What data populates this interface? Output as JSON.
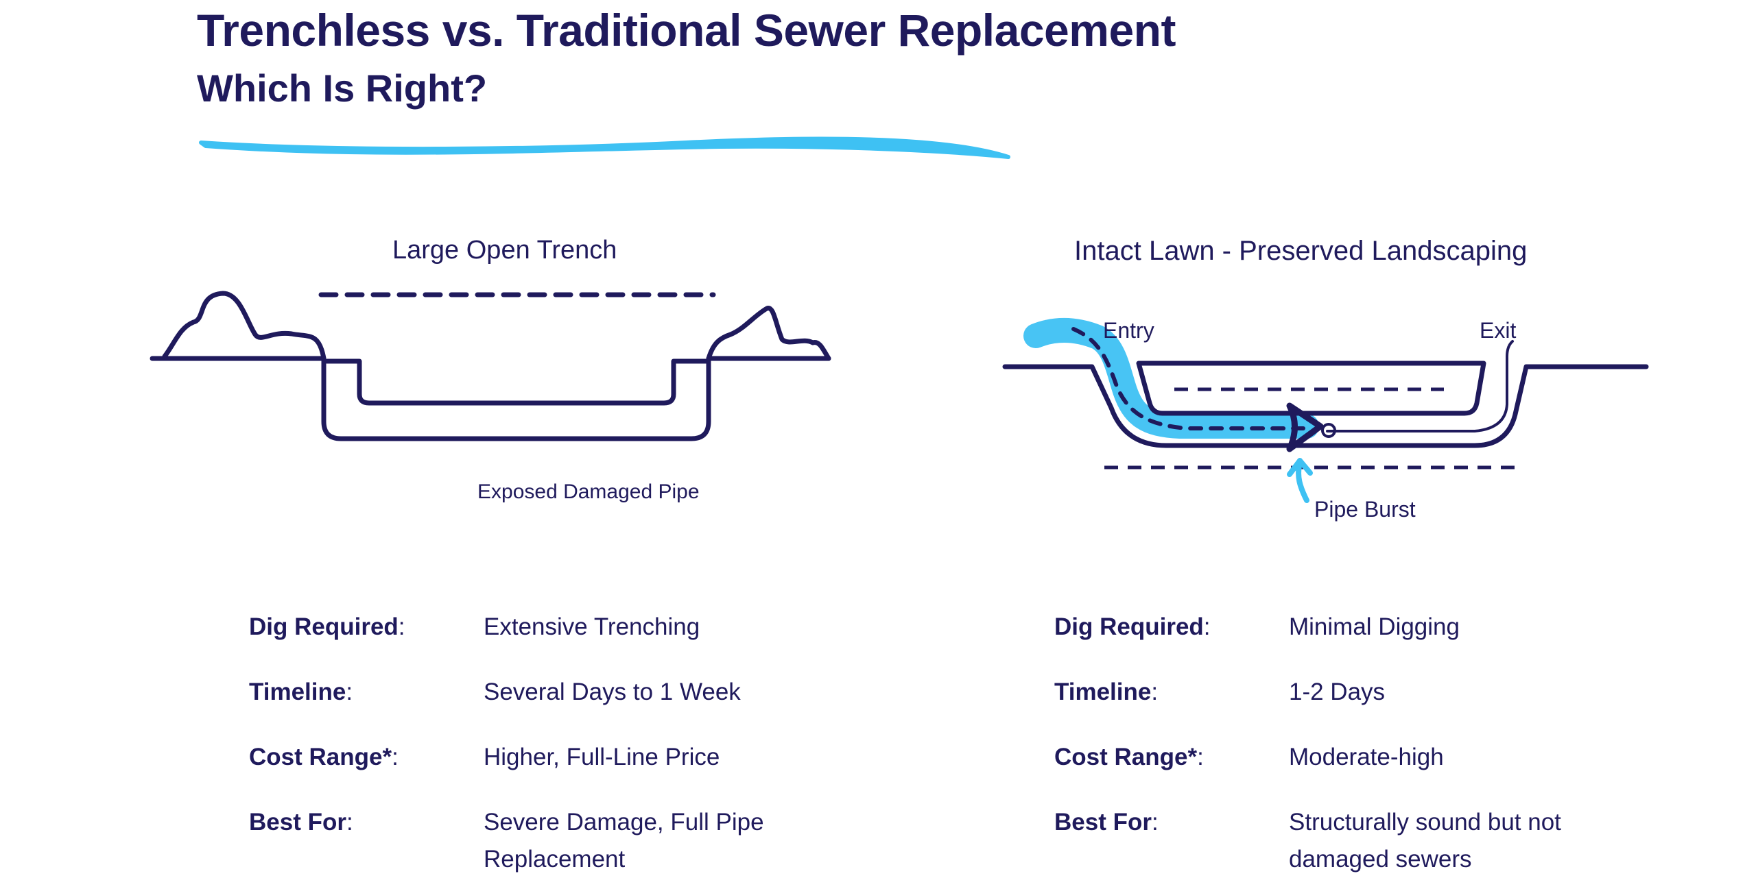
{
  "header": {
    "title": "Trenchless vs. Traditional Sewer Replacement",
    "subtitle": "Which Is Right?"
  },
  "traditional": {
    "heading": "Large Open Trench",
    "pipe_label": "Exposed Damaged Pipe",
    "specs": [
      {
        "key": "Dig Required",
        "value": "Extensive Trenching"
      },
      {
        "key": "Timeline",
        "value": "Several Days to 1 Week"
      },
      {
        "key": "Cost Range*",
        "value": "Higher, Full-Line Price"
      },
      {
        "key": "Best For",
        "value": "Severe Damage, Full Pipe Replacement"
      }
    ]
  },
  "trenchless": {
    "heading": "Intact Lawn - Preserved Landscaping",
    "entry_label": "Entry",
    "exit_label": "Exit",
    "burst_label": "Pipe Burst",
    "specs": [
      {
        "key": "Dig Required",
        "value": "Minimal Digging"
      },
      {
        "key": "Timeline",
        "value": "1-2 Days"
      },
      {
        "key": "Cost Range*",
        "value": "Moderate-high"
      },
      {
        "key": "Best For",
        "value": "Structurally sound but not damaged sewers"
      }
    ]
  },
  "colors": {
    "ink": "#1f1a5c",
    "accent": "#3ec1f3"
  }
}
